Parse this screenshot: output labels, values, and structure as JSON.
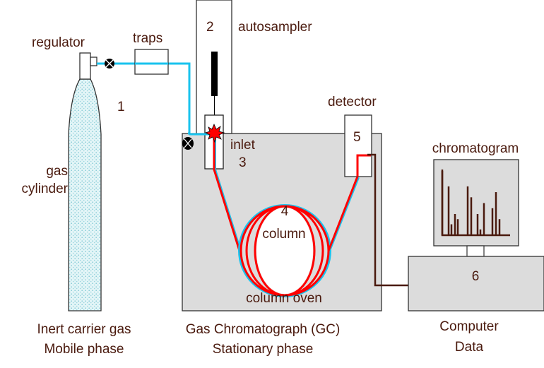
{
  "title": "Gas chromatography system schematic",
  "colors": {
    "text": "#4a1a0e",
    "carrier_line": "#19c3ee",
    "column_line": "#ff0000",
    "signal_line": "#4a1a0e",
    "oven_fill": "#dcdcdc",
    "gas_fill": "#dff4f6",
    "gas_dots": "#7fc8d4"
  },
  "labels": {
    "regulator": "regulator",
    "traps": "traps",
    "n1": "1",
    "gas": "gas",
    "cylinder": "cylinder",
    "n2": "2",
    "autosampler": "autosampler",
    "inlet": "inlet",
    "n3": "3",
    "detector": "detector",
    "n5": "5",
    "n4": "4",
    "column": "column",
    "column_oven": "column oven",
    "chromatogram": "chromatogram",
    "n6": "6"
  },
  "captions": {
    "left_line1": "Inert carrier gas",
    "left_line2": "Mobile phase",
    "middle_line1": "Gas Chromatograph (GC)",
    "middle_line2": "Stationary phase",
    "right_line1": "Computer",
    "right_line2": "Data"
  },
  "chromatogram": {
    "peak_heights_relative": [
      1.0,
      0.76,
      0.17,
      0.33,
      0.25,
      0.76,
      0.59,
      0.33,
      0.09,
      0.5,
      0.42,
      0.67,
      0.25
    ]
  }
}
